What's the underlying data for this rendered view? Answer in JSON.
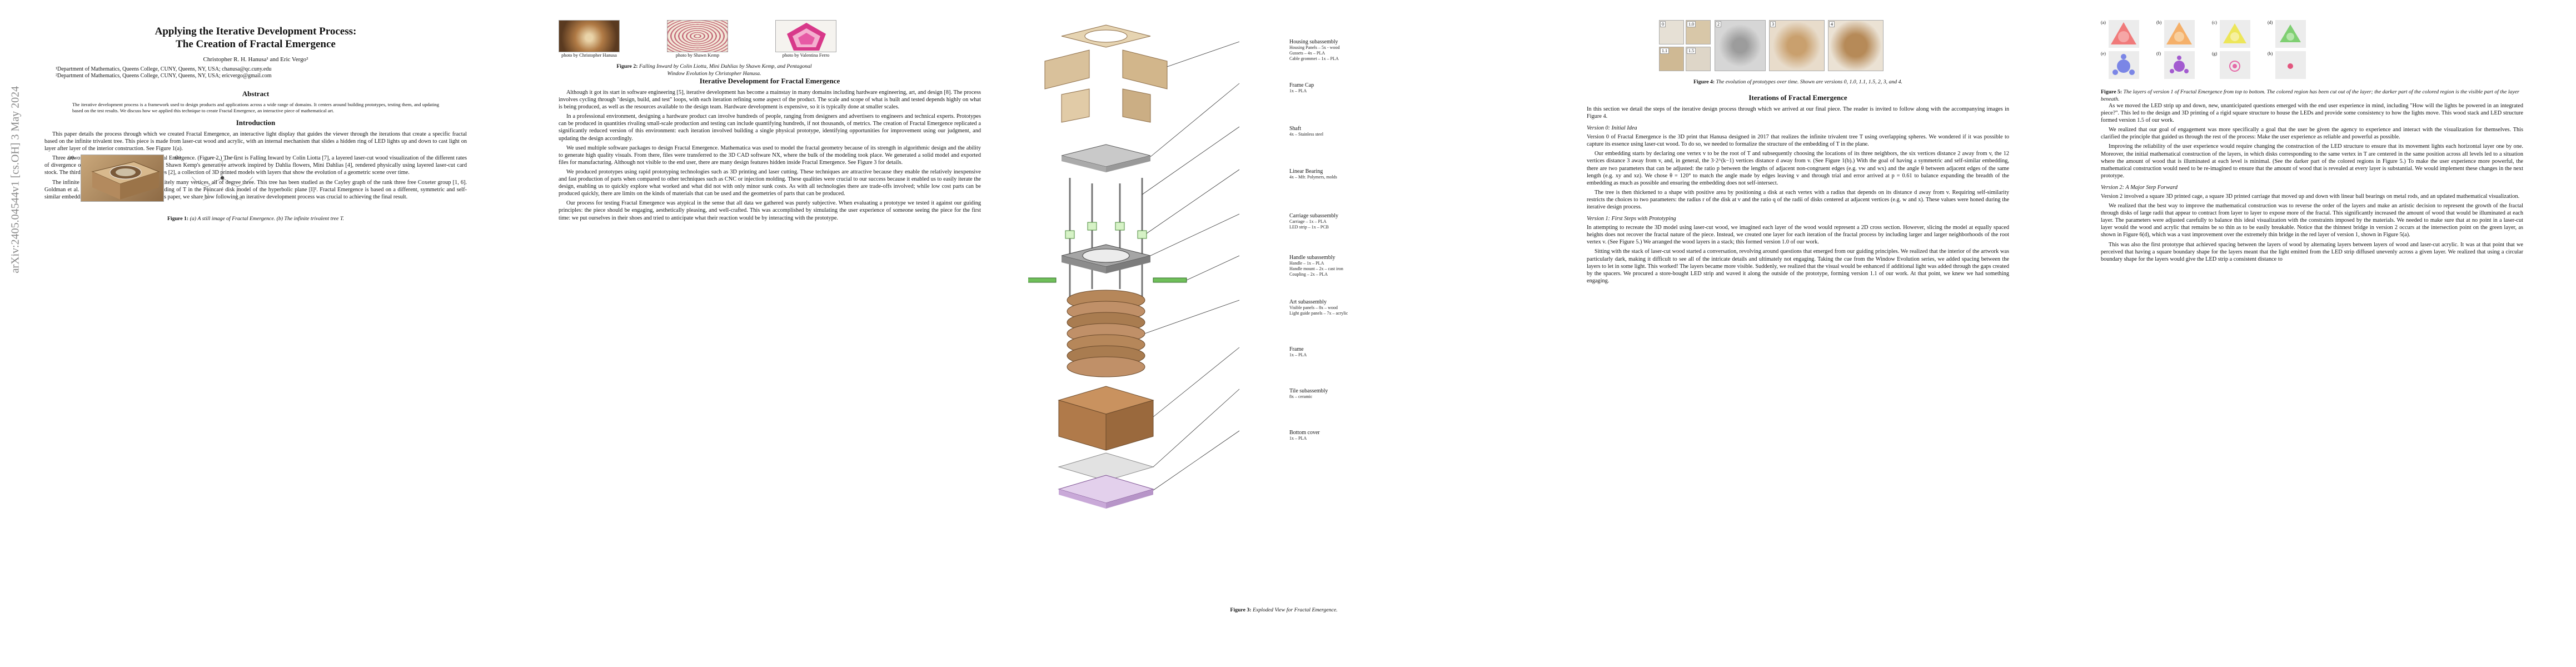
{
  "arxiv_id": "arXiv:2405.04544v1  [cs.OH]  3 May 2024",
  "title_line1": "Applying the Iterative Development Process:",
  "title_line2": "The Creation of Fractal Emergence",
  "authors": "Christopher R. H. Hanusa¹ and Eric Vergo²",
  "affil1": "¹Department of Mathematics, Queens College, CUNY, Queens, NY, USA; chanusa@qc.cuny.edu",
  "affil2": "²Department of Mathematics, Queens College, CUNY, Queens, NY, USA; ericvergo@gmail.com",
  "abstract_heading": "Abstract",
  "abstract": "The iterative development process is a framework used to design products and applications across a wide range of domains. It centers around building prototypes, testing them, and updating based on the test results. We discuss how we applied this technique to create Fractal Emergence, an interactive piece of mathematical art.",
  "intro_heading": "Introduction",
  "intro_p1": "This paper details the process through which we created Fractal Emergence, an interactive light display that guides the viewer through the iterations that create a specific fractal based on the infinite trivalent tree. This piece is made from laser-cut wood and acrylic, with an internal mechanism that slides a hidden ring of LED lights up and down to cast light on layer after layer of the interior construction. See Figure 1(a).",
  "intro_p2": "Three artworks stand out as inspiration for Fractal Emergence. (Figure 2.) The first is Falling Inward by Colin Liotta [7], a layered laser-cut wood visualization of the different rates of divergence of the Mandelbrot set. The second is Shawn Kemp's generative artwork inspired by Dahlia flowers, Mini Dahlias [4], rendered physically using layered laser-cut card stock. The third is Hanusa's Window Evolution series [2], a collection of 3D printed models with layers that show the evolution of a geometric scene over time.",
  "intro_p3": "The infinite trivalent tree T is the tree with infinitely many vertices, all of degree three. This tree has been studied as the Cayley graph of the rank three free Coxeter group [1, 6]. Goldman et al. [1] present a 3-edge-colored embedding of T in the Poincaré disk model of the hyperbolic plane [I]². Fractal Emergence is based on a different, symmetric and self-similar embedding of T, shown in Figure 1(b). In this paper, we share how following an iterative development process was crucial to achieving the final result.",
  "fig1_label_a": "(a)",
  "fig1_label_b": "(b)",
  "fig1_caption_bold": "Figure 1:",
  "fig1_caption": "(a) A still image of Fractal Emergence. (b) The infinite trivalent tree T.",
  "fig2_credit1": "photo by Christopher Hanusa",
  "fig2_credit2": "photo by Shawn Kemp",
  "fig2_credit3": "photo by Valentina Ferro",
  "fig2_caption_bold": "Figure 2:",
  "fig2_caption": "Falling Inward by Colin Liotta, Mini Dahlias by Shawn Kemp, and Pentagonal Window Evolution by Christopher Hanusa.",
  "iter_heading": "Iterative Development for Fractal Emergence",
  "iter_p1": "Although it got its start in software engineering [5], iterative development has become a mainstay in many domains including hardware engineering, art, and design [8]. The process involves cycling through \"design, build, and test\" loops, with each iteration refining some aspect of the product. The scale and scope of what is built and tested depends highly on what is being produced, as well as the resources available to the design team. Hardware development is expensive, so it is typically done at smaller scales.",
  "iter_p2": "In a professional environment, designing a hardware product can involve hundreds of people, ranging from designers and advertisers to engineers and technical experts. Prototypes can be produced in quantities rivaling small-scale production and testing can include quantifying hundreds, if not thousands, of metrics. The creation of Fractal Emergence replicated a significantly reduced version of this environment: each iteration involved building a single physical prototype, identifying opportunities for improvement using our judgment, and updating the design accordingly.",
  "iter_p3": "We used multiple software packages to design Fractal Emergence. Mathematica was used to model the fractal geometry because of its strength in algorithmic design and the ability to generate high quality visuals. From there, files were transferred to the 3D CAD software NX, where the bulk of the modeling took place. We generated a solid model and exported files for manufacturing. Although not visible to the end user, there are many design features hidden inside Fractal Emergence. See Figure 3 for details.",
  "iter_p4": "We produced prototypes using rapid prototyping technologies such as 3D printing and laser cutting. These techniques are attractive because they enable the relatively inexpensive and fast production of parts when compared to other techniques such as CNC or injection molding. These qualities were crucial to our success because it enabled us to easily iterate the design, enabling us to quickly explore what worked and what did not with only minor sunk costs. As with all technologies there are trade-offs involved; while low cost parts can be produced quickly, there are limits on the kinds of materials that can be used and the geometries of parts that can be produced.",
  "iter_p5": "Our process for testing Fractal Emergence was atypical in the sense that all data we gathered was purely subjective. When evaluating a prototype we tested it against our guiding principles: the piece should be engaging, aesthetically pleasing, and well-crafted. This was accomplished by simulating the user experience of someone seeing the piece for the first time: we put ourselves in their shoes and tried to anticipate what their reaction would be by interacting with the prototype.",
  "fig3_labels": [
    {
      "title": "Housing subassembly",
      "sub": "Housing Panels – 5x - wood\nGussets – 4x – PLA\nCable grommet – 1x – PLA"
    },
    {
      "title": "Frame Cap",
      "sub": "1x – PLA"
    },
    {
      "title": "Shaft",
      "sub": "4x – Stainless steel"
    },
    {
      "title": "Linear Bearing",
      "sub": "4x – Mfr. Polymers, molds"
    },
    {
      "title": "Carriage subassembly",
      "sub": "Carriage – 1x – PLA\nLED strip – 1x – PCB"
    },
    {
      "title": "Handle subassembly",
      "sub": "Handle – 1x – PLA\nHandle mount – 2x – cast iron\nCoupling – 2x – PLA"
    },
    {
      "title": "Art subassembly",
      "sub": "Visible panels – 8x – wood\nLight guide panels – 7x – acrylic"
    },
    {
      "title": "Frame",
      "sub": "1x – PLA"
    },
    {
      "title": "Tile subassembly",
      "sub": "8x – ceramic"
    },
    {
      "title": "Bottom cover",
      "sub": "1x – PLA"
    }
  ],
  "fig3_caption_bold": "Figure 3:",
  "fig3_caption": "Exploded View for Fractal Emergence.",
  "fig4_tags": [
    "0",
    "1.0",
    "1.1",
    "1.5",
    "2",
    "3",
    "4"
  ],
  "fig4_caption_bold": "Figure 4:",
  "fig4_caption": "The evolution of prototypes over time. Shown are versions 0, 1.0, 1.1, 1.5, 2, 3, and 4.",
  "iterations_heading": "Iterations of Fractal Emergence",
  "iterations_intro": "In this section we detail the steps of the iterative design process through which we arrived at our final piece. The reader is invited to follow along with the accompanying images in Figure 4.",
  "v0_heading": "Version 0: Initial Idea",
  "v0_p1": "Version 0 of Fractal Emergence is the 3D print that Hanusa designed in 2017 that realizes the infinite trivalent tree T using overlapping spheres. We wondered if it was possible to capture its essence using laser-cut wood. To do so, we needed to formalize the structure of the embedding of T in the plane.",
  "v0_p2": "Our embedding starts by declaring one vertex v to be the root of T and subsequently choosing the locations of its three neighbors, the six vertices distance 2 away from v, the 12 vertices distance 3 away from v, and, in general, the 3·2^(k−1) vertices distance d away from v. (See Figure 1(b).) With the goal of having a symmetric and self-similar embedding, there are two parameters that can be adjusted: the ratio p between the lengths of adjacent non-congruent edges (e.g. vw and wx) and the angle θ between adjacent edges of the same length (e.g. xy and xz). We chose θ = 120° to match the angle made by edges leaving v and through trial and error arrived at p = 0.61 to balance expanding the breadth of the embedding as much as possible and ensuring the embedding does not self-intersect.",
  "v0_p3": "The tree is then thickened to a shape with positive area by positioning a disk at each vertex with a radius that depends on its distance d away from v. Requiring self-similarity restricts the choices to two parameters: the radius r of the disk at v and the ratio q of the radii of disks centered at adjacent vertices (e.g. w and x). These values were honed during the iterative design process.",
  "v1_heading": "Version 1: First Steps with Prototyping",
  "v1_p1": "In attempting to recreate the 3D model using laser-cut wood, we imagined each layer of the wood would represent a 2D cross section. However, slicing the model at equally spaced heights does not recover the fractal nature of the piece. Instead, we created one layer for each iteration of the fractal process by including larger and larger neighborhoods of the root vertex v. (See Figure 5.) We arranged the wood layers in a stack; this formed version 1.0 of our work.",
  "v1_p2": "Sitting with the stack of laser-cut wood started a conversation, revolving around questions that emerged from our guiding principles. We realized that the interior of the artwork was particularly dark, making it difficult to see all of the intricate details and ultimately not engaging. Taking the cue from the Window Evolution series, we added spacing between the layers to let in some light. This worked! The layers became more visible. Suddenly, we realized that the visual would be enhanced if additional light was added through the gaps created by the spacers. We procured a store-bought LED strip and waved it along the outside of the prototype, forming version 1.1 of our work. At that point, we knew we had something engaging.",
  "fig5_labels": [
    "(a)",
    "(b)",
    "(c)",
    "(d)",
    "(e)",
    "(f)",
    "(g)",
    "(h)"
  ],
  "fig5_caption_bold": "Figure 5:",
  "fig5_caption": "The layers of version 1 of Fractal Emergence from top to bottom. The colored region has been cut out of the layer; the darker part of the colored region is the visible part of the layer beneath.",
  "p5_p1": "As we moved the LED strip up and down, new, unanticipated questions emerged with the end user experience in mind, including \"How will the lights be powered in an integrated piece?\". This led to the design and 3D printing of a rigid square structure to house the LEDs and provide some consistency to how the lights move. This wood stack and LED structure formed version 1.5 of our work.",
  "p5_p2": "We realized that our goal of engagement was more specifically a goal that the user be given the agency to experience and interact with the visualization for themselves. This clarified the principle that guided us through the rest of the process: Make the user experience as reliable and powerful as possible.",
  "p5_p3": "Improving the reliability of the user experience would require changing the construction of the LED structure to ensure that its movement lights each horizontal layer one by one. Moreover, the initial mathematical construction of the layers, in which disks corresponding to the same vertex in T are centered in the same position across all levels led to a situation where the amount of wood that is illuminated at each level is minimal. (See the darker part of the colored regions in Figure 5.) To make the user experience more powerful, the mathematical construction would need to be re-imagined to ensure that the amount of wood that is revealed at every layer is substantial. We would implement these changes in the next prototype.",
  "v2_heading": "Version 2: A Major Step Forward",
  "v2_p1": "Version 2 involved a square 3D printed cage, a square 3D printed carriage that moved up and down with linear ball bearings on metal rods, and an updated mathematical visualization.",
  "v2_p2": "We realized that the best way to improve the mathematical construction was to reverse the order of the layers and make an artistic decision to represent the growth of the fractal through disks of large radii that appear to contract from layer to layer to expose more of the fractal. This significantly increased the amount of wood that would be illuminated at each layer. The parameters were adjusted carefully to balance this ideal visualization with the constraints imposed by the materials. We needed to make sure that at no point in a laser-cut layer would the wood and acrylic that remains be so thin as to be easily breakable. Notice that the thinnest bridge in version 2 occurs at the intersection point on the green layer, as shown in Figure 6(d), which was a vast improvement over the extremely thin bridge in the red layer of version 1, shown in Figure 5(a).",
  "v2_p3": "This was also the first prototype that achieved spacing between the layers of wood by alternating layers between layers of wood and laser-cut acrylic. It was at that point that we perceived that having a square boundary shape for the layers meant that the light emitted from the LED strip diffused unevenly across a given layer. We realized that using a circular boundary shape for the layers would give the LED strip a consistent distance to"
}
